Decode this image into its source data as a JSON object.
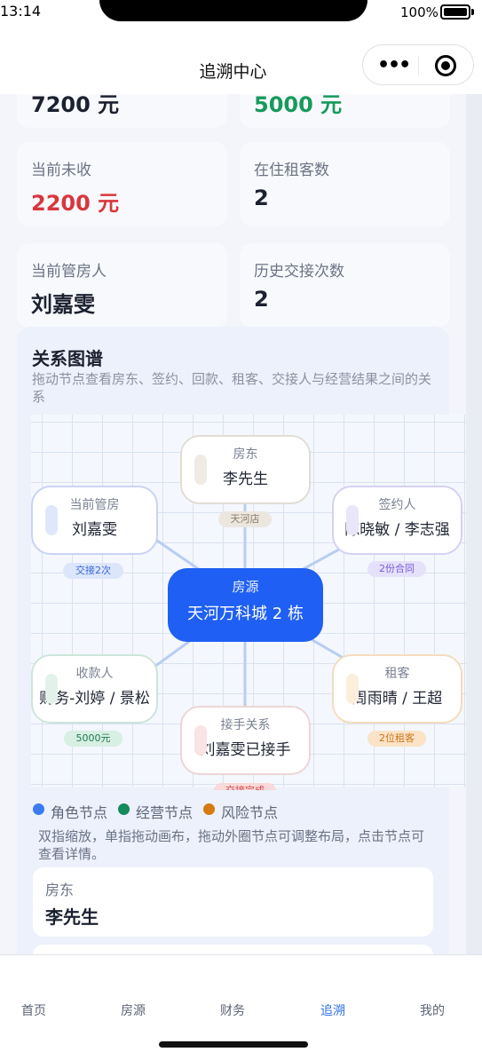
{
  "status": {
    "time": "13:14",
    "battery": "100%"
  },
  "nav": {
    "title": "追溯中心"
  },
  "stats": {
    "top_left_value": "7200 元",
    "top_right_value": "5000 元",
    "unpaid_label": "当前未收",
    "unpaid_value": "2200 元",
    "tenants_label": "在住租客数",
    "tenants_value": "2",
    "manager_label": "当前管房人",
    "manager_value": "刘嘉雯",
    "handover_label": "历史交接次数",
    "handover_value": "2"
  },
  "graph": {
    "title": "关系图谱",
    "description": "拖动节点查看房东、签约、回款、租客、交接人与经营结果之间的关系",
    "center": {
      "role": "房源",
      "name": "天河万科城 2 栋"
    },
    "nodes": {
      "landlord": {
        "role": "房东",
        "name": "李先生",
        "badge": "天河店"
      },
      "manager": {
        "role": "当前管房",
        "name": "刘嘉雯",
        "badge": "交接2次"
      },
      "signer": {
        "role": "签约人",
        "name": "陈晓敏 / 李志强",
        "badge": "2份合同"
      },
      "collector": {
        "role": "收款人",
        "name": "财务-刘婷 / 景松",
        "badge": "5000元"
      },
      "tenant": {
        "role": "租客",
        "name": "周雨晴 / 王超",
        "badge": "2位租客"
      },
      "handover": {
        "role": "接手关系",
        "name": "刘嘉雯已接手",
        "badge": "交接完成"
      }
    },
    "legend": {
      "role": {
        "label": "角色节点",
        "color": "#3a7cf0"
      },
      "business": {
        "label": "经营节点",
        "color": "#158a5a"
      },
      "risk": {
        "label": "风险节点",
        "color": "#d67a12"
      }
    },
    "hint": "双指缩放，单指拖动画布，拖动外圈节点可调整布局，点击节点可查看详情。"
  },
  "detail": {
    "label": "房东",
    "value": "李先生"
  },
  "tabs": [
    {
      "label": "首页",
      "active": false
    },
    {
      "label": "房源",
      "active": false
    },
    {
      "label": "财务",
      "active": false
    },
    {
      "label": "追溯",
      "active": true
    },
    {
      "label": "我的",
      "active": false
    }
  ]
}
